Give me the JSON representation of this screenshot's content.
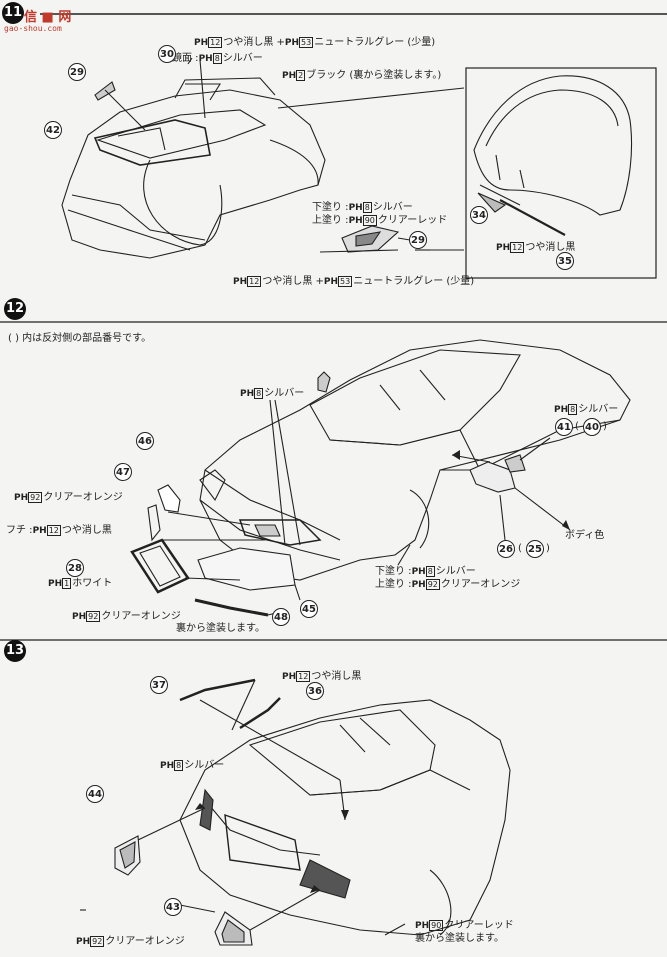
{
  "header": {
    "step_top": "11",
    "logo_text": "信 ■ 网",
    "logo_url": "gao-shou.com"
  },
  "sec11": {
    "l1_ph": "PH",
    "l1_a": "12",
    "l1_b": "つや消し黒 +",
    "l1_ph2": "PH",
    "l1_c": "53",
    "l1_d": "ニュートラルグレー (少量)",
    "l2_pre": "鏡面 :",
    "l2_ph": "PH",
    "l2_a": "8",
    "l2_b": "シルバー",
    "l3_ph": "PH",
    "l3_a": "2",
    "l3_b": "ブラック (裏から塗装します。)",
    "l4_pre": "下塗り :",
    "l4_ph": "PH",
    "l4_a": "8",
    "l4_b": "シルバー",
    "l5_pre": "上塗り :",
    "l5_ph": "PH",
    "l5_a": "90",
    "l5_b": "クリアーレッド",
    "l6_ph": "PH",
    "l6_a": "12",
    "l6_b": "つや消し黒 +",
    "l6_ph2": "PH",
    "l6_c": "53",
    "l6_d": "ニュートラルグレー (少量)",
    "l7_ph": "PH",
    "l7_a": "12",
    "l7_b": "つや消し黒",
    "parts": [
      "30",
      "29",
      "42",
      "29",
      "34",
      "35"
    ]
  },
  "sec12": {
    "step": "12",
    "note": "( ) 内は反対側の部品番号です。",
    "silver_ph": "PH",
    "silver_n": "8",
    "silver_t": "シルバー",
    "mirror_ph": "PH",
    "mirror_n": "8",
    "mirror_t": "シルバー",
    "mirror_parts": "41",
    "mirror_paren": "40",
    "body_color": "ボディ色",
    "p26": "26",
    "p25": "25",
    "under_pre": "下塗り :",
    "under_ph": "PH",
    "under_n": "8",
    "under_t": "シルバー",
    "over_pre": "上塗り :",
    "over_ph": "PH",
    "over_n": "92",
    "over_t": "クリアーオレンジ",
    "clear_ph": "PH",
    "clear_n": "92",
    "clear_t": "クリアーオレンジ",
    "fuchi_pre": "フチ :",
    "fuchi_ph": "PH",
    "fuchi_n": "12",
    "fuchi_t": "つや消し黒",
    "white_ph": "PH",
    "white_n": "1",
    "white_t": "ホワイト",
    "bottom_ph": "PH",
    "bottom_n": "92",
    "bottom_t": "クリアーオレンジ",
    "back_paint": "裏から塗装します。",
    "p46": "46",
    "p47": "47",
    "p28": "28",
    "p48": "48",
    "p45": "45"
  },
  "sec13": {
    "step": "13",
    "black_ph": "PH",
    "black_n": "12",
    "black_t": "つや消し黒",
    "silver_ph": "PH",
    "silver_n": "8",
    "silver_t": "シルバー",
    "red_ph": "PH",
    "red_n": "90",
    "red_t": "クリアーレッド",
    "back_paint": "裏から塗装します。",
    "orange_ph": "PH",
    "orange_n": "92",
    "orange_t": "クリアーオレンジ",
    "p37": "37",
    "p36": "36",
    "p44": "44",
    "p43": "43"
  }
}
